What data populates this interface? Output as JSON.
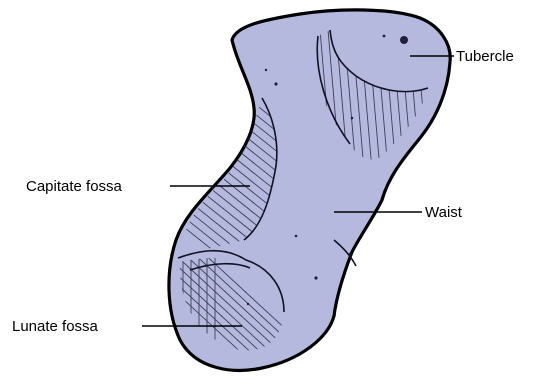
{
  "colors": {
    "bone_fill": "#b6b9de",
    "outline": "#000000",
    "label": "#000000"
  },
  "labels": {
    "tubercle": "Tubercle",
    "capitate_fossa": "Capitate fossa",
    "waist": "Waist",
    "lunate_fossa": "Lunate fossa"
  }
}
